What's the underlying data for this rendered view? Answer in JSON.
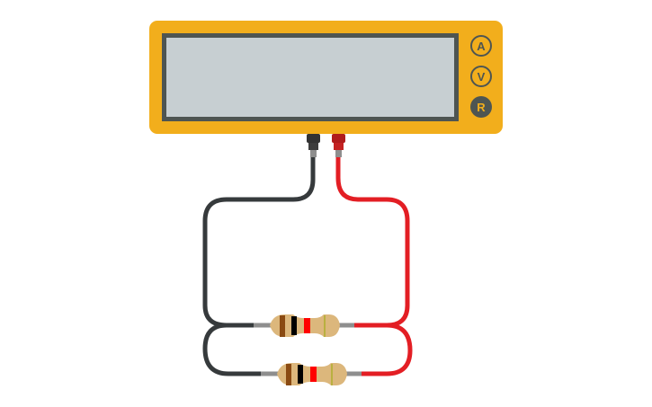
{
  "multimeter": {
    "body_color": "#f2ae1c",
    "screen_border_color": "#4e5552",
    "screen_color": "#c7cfd2",
    "display_text": "",
    "mode_buttons": [
      {
        "label": "A",
        "name": "ammeter",
        "selected": false
      },
      {
        "label": "V",
        "name": "voltmeter",
        "selected": false
      },
      {
        "label": "R",
        "name": "ohmmeter",
        "selected": true
      }
    ],
    "button_outline_color": "#4e5552",
    "selected_button_fill": "#4e5552",
    "probes": {
      "negative_color": "#333333",
      "positive_color": "#b01c1c"
    }
  },
  "wires": {
    "black_color": "#363a3c",
    "red_color": "#e31e24"
  },
  "resistors": [
    {
      "bands": [
        "#8a4a12",
        "#000000",
        "#ff0000",
        "#c8b840"
      ],
      "body_color": "#dcb77c"
    },
    {
      "bands": [
        "#8a4a12",
        "#000000",
        "#ff0000",
        "#c8b840"
      ],
      "body_color": "#dcb77c"
    }
  ],
  "lead_color": "#8e8e8e"
}
